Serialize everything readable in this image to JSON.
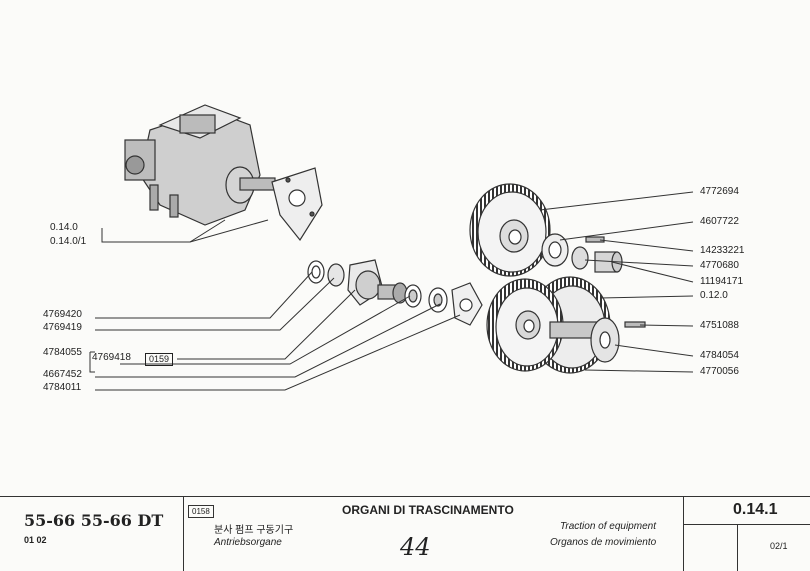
{
  "labels": {
    "left": {
      "p0140": "0.14.0",
      "p01401": "0.14.0/1",
      "p4769420": "4769420",
      "p4769419": "4769419",
      "p4784055": "4784055",
      "p4769418": "4769418",
      "ref0159": "0159",
      "p4667452": "4667452",
      "p4784011": "4784011"
    },
    "right": {
      "p4772694": "4772694",
      "p4607722": "4607722",
      "p14233221": "14233221",
      "p4770680": "4770680",
      "p11194171": "11194171",
      "p0120": "0.12.0",
      "p4751088": "4751088",
      "p4784054": "4784054",
      "p4770056": "4770056"
    }
  },
  "titleblock": {
    "models": "55-66  55-66 DT",
    "model_code": "01  02",
    "section_ref": "0158",
    "title_it": "ORGANI DI TRASCINAMENTO",
    "title_ko": "분사 펌프 구동기구",
    "title_de": "Antriebsorgane",
    "title_en": "Traction of equipment",
    "title_es": "Organos de movimiento",
    "handwritten": "44",
    "section_code": "0.14.1",
    "sheet": "02/1"
  }
}
